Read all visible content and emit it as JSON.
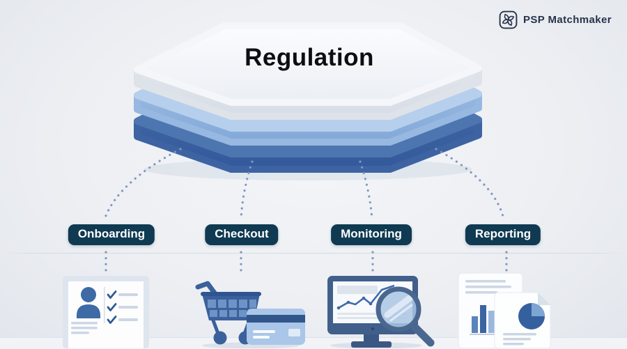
{
  "brand": {
    "name": "PSP Matchmaker",
    "logo_icon": "pinwheel-square-icon"
  },
  "diagram": {
    "title": "Regulation",
    "stack_layers": [
      {
        "name": "top-white-layer",
        "color": "#f4f6fa"
      },
      {
        "name": "middle-light-blue-layer",
        "color": "#aac7e9"
      },
      {
        "name": "bottom-dark-blue-layer",
        "color": "#44699f"
      }
    ],
    "nodes": [
      {
        "label": "Onboarding",
        "icon": "id-card-user-checklist-icon"
      },
      {
        "label": "Checkout",
        "icon": "shopping-cart-credit-card-icon"
      },
      {
        "label": "Monitoring",
        "icon": "monitor-chart-magnifier-icon"
      },
      {
        "label": "Reporting",
        "icon": "documents-bar-pie-chart-icon"
      }
    ],
    "connector_color": "#8299bf",
    "pill_color": "#0f3a52"
  }
}
